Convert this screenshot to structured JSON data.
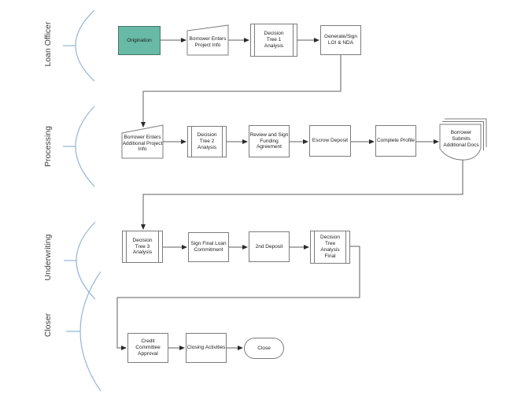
{
  "lanes": [
    {
      "label": "Loan Officer"
    },
    {
      "label": "Processing"
    },
    {
      "label": "Underwriting"
    },
    {
      "label": "Closer"
    }
  ],
  "nodes": {
    "origination": "Origination",
    "borrower_enters_project_info": "Borrower Enters\nProject Info",
    "decision_tree_1": "Decision\nTree 1\nAnalysis",
    "generate_sign_loi": "Generate/Sign\nLOI & NDA",
    "borrower_enters_additional": "Borrower Enters\nAdditional Project\nInfo",
    "decision_tree_2": "Decision\nTree 2\nAnalysis",
    "review_sign_funding": "Review and Sign\nFunding\nAgreement",
    "escrow_deposit": "Escrow Deposit",
    "complete_profile": "Complete Profile",
    "borrower_submits_docs": "Borrower\nSubmits\nAdditional Docs",
    "decision_tree_3": "Decision\nTree 3\nAnalysis",
    "sign_final_loan": "Sign Final Loan\nCommitment",
    "second_deposit": "2nd Deposit",
    "decision_tree_final": "Decision\nTree\nAnalysis\nFinal",
    "credit_committee": "Credit Committee\nApproval",
    "closing_activities": "Closing Activities",
    "close": "Close"
  },
  "colors": {
    "origination_fill": "#68baa6",
    "origination_border": "#44776b",
    "node_border": "#7c7c7c",
    "node_text": "#222222",
    "connector": "#5f5f5f",
    "arrowhead": "#2b2b2b",
    "lane_brace": "#93b7d8",
    "lane_label_text": "#3f3f3f"
  }
}
